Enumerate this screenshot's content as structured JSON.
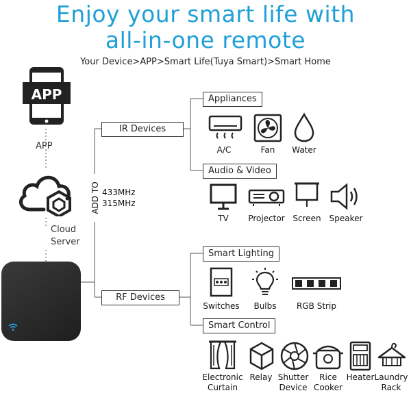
{
  "header": {
    "title_line1": "Enjoy your smart life with",
    "title_line2": "all-in-one remote",
    "subtitle": "Your Device>APP>Smart Life(Tuya Smart)>Smart Home"
  },
  "left": {
    "app_icon_text": "APP",
    "app_label": "APP",
    "cloud_label_1": "Cloud",
    "cloud_label_2": "Server",
    "add_to": "ADD TO",
    "freq_1": "433MHz",
    "freq_2": "315MHz"
  },
  "branches": {
    "ir_devices": "IR Devices",
    "rf_devices": "RF Devices"
  },
  "groups": {
    "appliances": {
      "title": "Appliances",
      "items": [
        "A/C",
        "Fan",
        "Water"
      ]
    },
    "audio_video": {
      "title": "Audio & Video",
      "items": [
        "TV",
        "Projector",
        "Screen",
        "Speaker"
      ]
    },
    "smart_lighting": {
      "title": "Smart Lighting",
      "items": [
        "Switches",
        "Bulbs",
        "RGB Strip"
      ]
    },
    "smart_control": {
      "title": "Smart Control",
      "items": [
        {
          "l1": "Electronic",
          "l2": "Curtain"
        },
        {
          "l1": "Relay",
          "l2": ""
        },
        {
          "l1": "Shutter",
          "l2": "Device"
        },
        {
          "l1": "Rice",
          "l2": "Cooker"
        },
        {
          "l1": "Heater",
          "l2": ""
        },
        {
          "l1": "Laundry",
          "l2": "Rack"
        }
      ]
    }
  },
  "colors": {
    "title": "#1fa0d6",
    "hub": "#2b2b2b",
    "wifi": "#29a3e0"
  }
}
